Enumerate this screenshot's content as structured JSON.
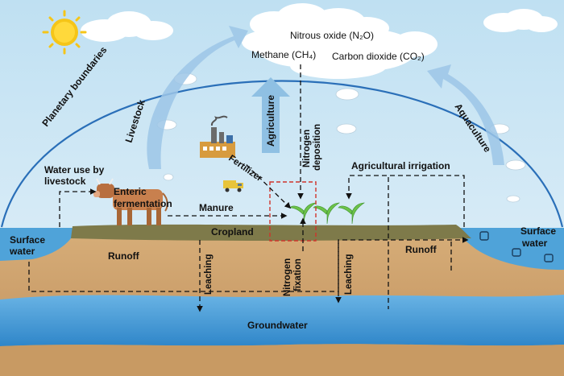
{
  "gases": {
    "nitrous_oxide": "Nitrous oxide (N₂O)",
    "methane": "Methane (CH₄)",
    "carbon_dioxide": "Carbon dioxide (CO₂)"
  },
  "labels": {
    "planetary_boundaries": "Planetary boundaries",
    "livestock": "Livestock",
    "agriculture": "Agriculture",
    "nitrogen_deposition_1": "Nitrogen",
    "nitrogen_deposition_2": "deposition",
    "aquaculture": "Aquaculture",
    "fertilizer": "Fertilizer",
    "water_use_1": "Water use by",
    "water_use_2": "livestock",
    "enteric_1": "Enteric",
    "enteric_2": "fermentation",
    "manure": "Manure",
    "agricultural_irrigation": "Agricultural irrigation",
    "cropland": "Cropland",
    "surface_water_left_1": "Surface",
    "surface_water_left_2": "water",
    "surface_water_right_1": "Surface",
    "surface_water_right_2": "water",
    "runoff_left": "Runoff",
    "runoff_right": "Runoff",
    "leaching_left": "Leaching",
    "leaching_right": "Leaching",
    "nitrogen_fixation_1": "Nitrogen",
    "nitrogen_fixation_2": "fixation",
    "groundwater": "Groundwater"
  },
  "colors": {
    "sky": "#cfe6f4",
    "dome_line": "#2a6fb8",
    "soil": "#c9a06d",
    "cropland": "#7e7a4a",
    "water": "#4fa3d9",
    "groundwater": "#3d93d4",
    "arrow_fill": "#7fb3dc",
    "highlight_box": "#d0342c",
    "sun": "#f5c518",
    "cow": "#c8804e"
  },
  "icons": {
    "sun": "sun-icon",
    "cow": "cow-icon",
    "factory": "factory-icon",
    "truck": "truck-icon",
    "plant": "plant-icon",
    "fish": "fish-icon"
  }
}
